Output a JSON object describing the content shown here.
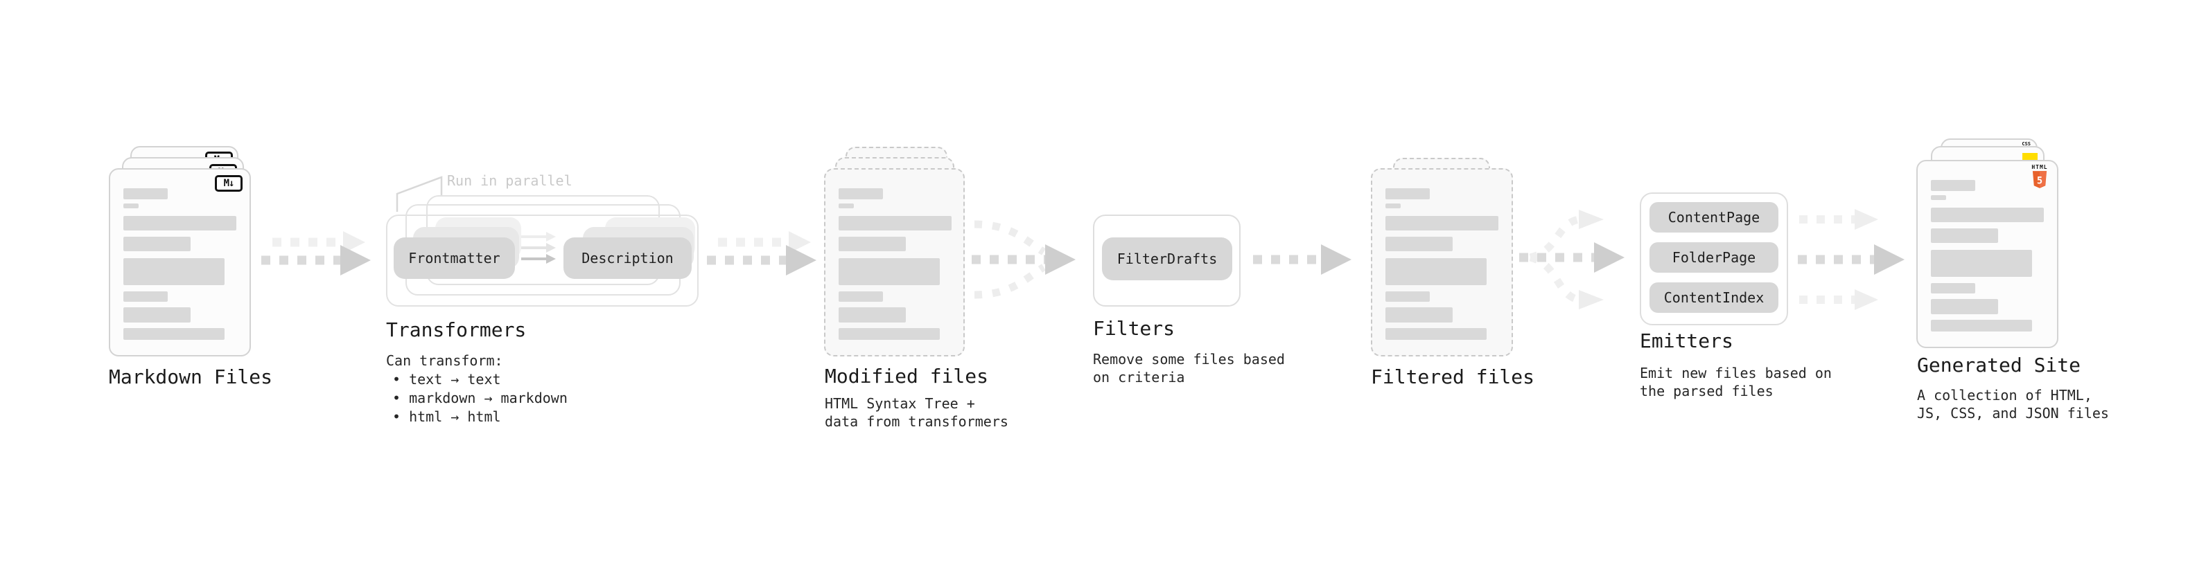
{
  "markdown_files": {
    "title": "Markdown Files",
    "badge": "M↓"
  },
  "transformers": {
    "title": "Transformers",
    "note": "Run in parallel",
    "pill_left": "Frontmatter",
    "pill_right": "Description",
    "desc_heading": "Can transform:",
    "bullets": [
      "• text → text",
      "• markdown → markdown",
      "• html → html"
    ]
  },
  "modified_files": {
    "title": "Modified files",
    "desc": "HTML Syntax Tree +\ndata from transformers"
  },
  "filters": {
    "title": "Filters",
    "pill": "FilterDrafts",
    "desc": "Remove some files based\non criteria"
  },
  "filtered_files": {
    "title": "Filtered files"
  },
  "emitters": {
    "title": "Emitters",
    "pills": [
      "ContentPage",
      "FolderPage",
      "ContentIndex"
    ],
    "desc": "Emit new files based on\nthe parsed files"
  },
  "generated_site": {
    "title": "Generated Site",
    "desc": "A collection of HTML,\nJS, CSS, and JSON files",
    "css_badge": "CSS",
    "html_badge": "HTML",
    "html5_number": "5"
  },
  "colors": {
    "html5_orange": "#e8622c",
    "js_yellow": "#ffdd00",
    "css_blue": "#2f6fd6",
    "pill_gray": "#d7d7d7",
    "bar_gray": "#d9d9d9"
  }
}
